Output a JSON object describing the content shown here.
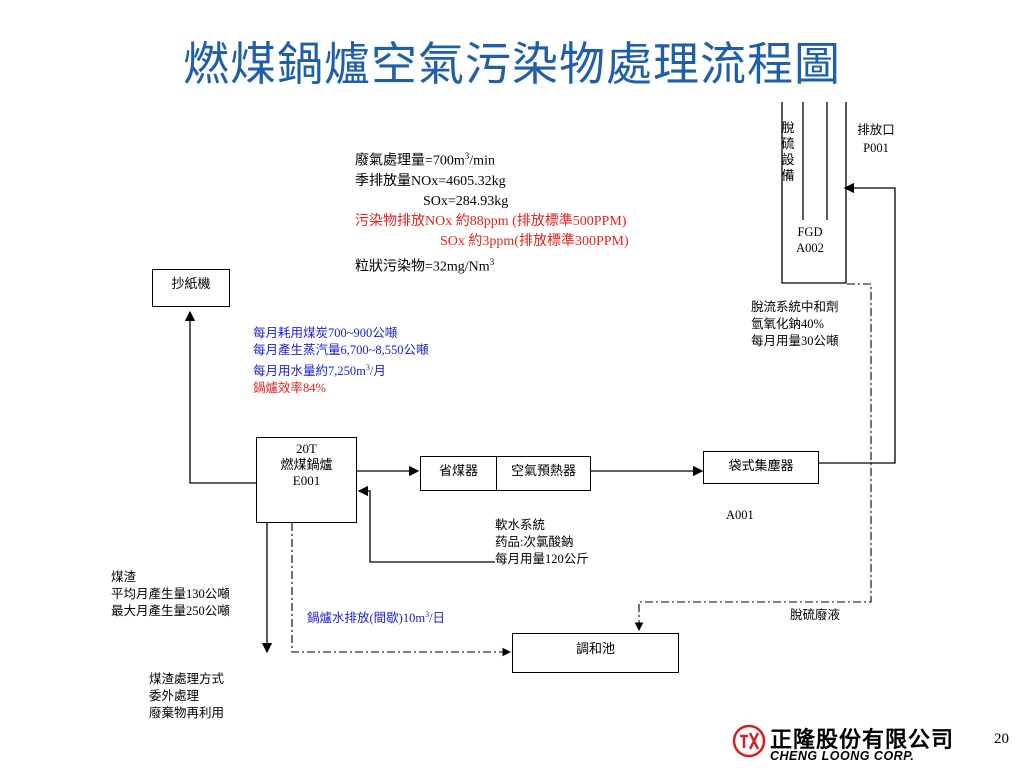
{
  "title": "燃煤鍋爐空氣污染物處理流程圖",
  "page_number": "20",
  "colors": {
    "title": "#1f5fa8",
    "blue_text": "#1d1dd2",
    "red_text": "#e2221f",
    "logo_red": "#d42020"
  },
  "boxes": {
    "paper_machine": "抄紙機",
    "boiler": [
      "20T",
      "燃煤鍋爐",
      "E001"
    ],
    "economizer": "省煤器",
    "air_preheater": "空氣預熱器",
    "bag_filter": "袋式集塵器",
    "fgd": [
      "FGD",
      "A002"
    ],
    "blending_tank": "調和池"
  },
  "fgd_label": "脫硫設備",
  "stack_label": [
    "排放口",
    "P001"
  ],
  "bag_filter_id": "A001",
  "emission_info": {
    "line1_prefix": "廢氣處理量=700m",
    "line1_sup": "3",
    "line1_suffix": "/min",
    "line2": "季排放量NOx=4605.32kg",
    "line3": "SOx=284.93kg",
    "line4": "污染物排放NOx 約88ppm (排放標準500PPM)",
    "line5": "SOx 約3ppm(排放標準300PPM)",
    "line6_prefix": "粒狀污染物=32mg/Nm",
    "line6_sup": "3"
  },
  "boiler_info": {
    "line1": "每月耗用煤炭700~900公噸",
    "line2": "每月產生蒸汽量6,700~8,550公噸",
    "line3_prefix": "每月用水量約7,250m",
    "line3_sup": "3",
    "line3_suffix": "/月",
    "line4": "鍋爐效率84%"
  },
  "desulfurization_info": [
    "脫流系統中和劑",
    "氫氧化鈉40%",
    "每月用量30公噸"
  ],
  "soft_water_info": [
    "軟水系統",
    "药品:次氯酸鈉",
    "每月用量120公斤"
  ],
  "slag_info": [
    "煤渣",
    "平均月產生量130公噸",
    "最大月產生量250公噸"
  ],
  "slag_treatment": [
    "煤渣處理方式",
    "委外處理",
    "廢棄物再利用"
  ],
  "boiler_drain_prefix": "鍋爐水排放(間歇)10m",
  "boiler_drain_sup": "3",
  "boiler_drain_suffix": "/日",
  "desulfurization_waste": "脫硫廢液",
  "logo": {
    "chinese": "正隆股份有限公司",
    "english": "CHENG LOONG CORP."
  }
}
